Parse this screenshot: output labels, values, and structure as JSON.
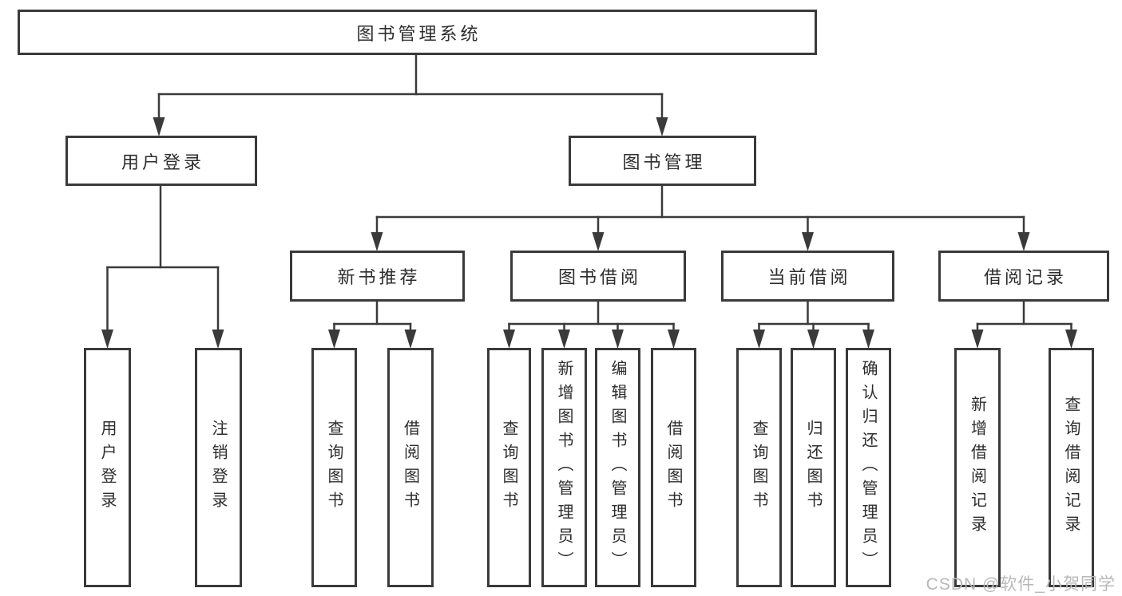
{
  "colors": {
    "line": "#3a3a3a",
    "border": "#3a3a3a",
    "text": "#2d2d2d",
    "background": "#ffffff",
    "watermark_text": "#b8b8b8"
  },
  "diagram": {
    "title": "图书管理系统",
    "nodes": {
      "user_login": "用户登录",
      "book_mgmt": "图书管理",
      "new_book_rec": "新书推荐",
      "book_borrow": "图书借阅",
      "current_borrow": "当前借阅",
      "borrow_records": "借阅记录"
    },
    "leaves": {
      "login_user": "用户登录",
      "login_logout": "注销登录",
      "rec_query": "查询图书",
      "rec_borrow": "借阅图书",
      "bb_query": "查询图书",
      "bb_add": "新增图书（管理员）",
      "bb_edit": "编辑图书（管理员）",
      "bb_borrow": "借阅图书",
      "cb_query": "查询图书",
      "cb_return": "归还图书",
      "cb_confirm": "确认归还（管理员）",
      "br_add": "新增借阅记录",
      "br_query": "查询借阅记录"
    }
  },
  "watermark": {
    "text": "CSDN @软件_小贺同学"
  }
}
